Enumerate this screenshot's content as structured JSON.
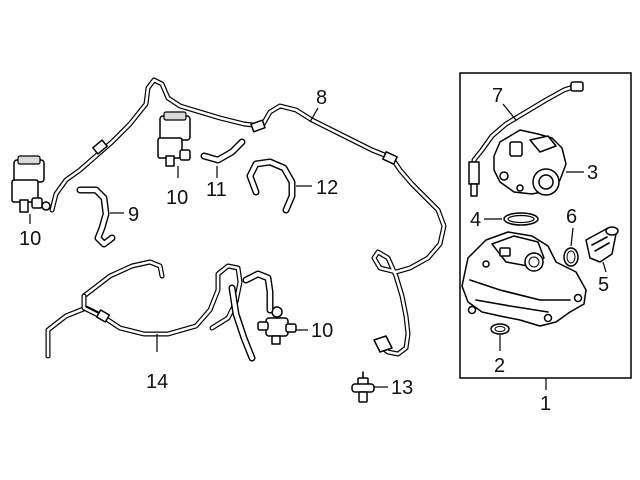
{
  "callouts": {
    "c1": "1",
    "c2": "2",
    "c3": "3",
    "c4": "4",
    "c5": "5",
    "c6": "6",
    "c7": "7",
    "c8": "8",
    "c9": "9",
    "c10_left": "10",
    "c10_mid": "10",
    "c10_right": "10",
    "c11": "11",
    "c12": "12",
    "c13": "13",
    "c14": "14"
  },
  "icons": {
    "solenoid_valve": "vacuum-solenoid-valve-icon",
    "turbo_housing": "turbocharger-housing-icon",
    "wastegate_actuator": "actuator-icon",
    "connector": "hose-connector-icon"
  },
  "colors": {
    "line": "#000000",
    "background": "#ffffff",
    "shade": "#d9d9d9"
  }
}
